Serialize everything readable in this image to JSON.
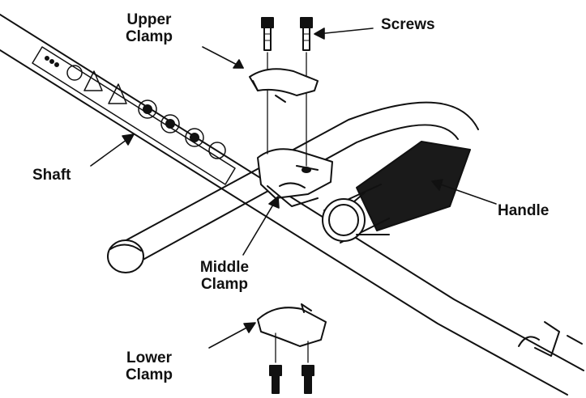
{
  "colors": {
    "ink": "#111111",
    "paper": "#ffffff",
    "grip": "#1a1a1a"
  },
  "labels": {
    "upper_clamp": [
      "Upper",
      "Clamp"
    ],
    "screws": "Screws",
    "shaft": "Shaft",
    "handle": "Handle",
    "middle_clamp": [
      "Middle",
      "Clamp"
    ],
    "lower_clamp": [
      "Lower",
      "Clamp"
    ]
  },
  "icons": [
    "shaft-icon",
    "handle-icon",
    "upper-clamp-icon",
    "middle-clamp-icon",
    "lower-clamp-icon",
    "screw-icon",
    "warning-decal-icon"
  ]
}
